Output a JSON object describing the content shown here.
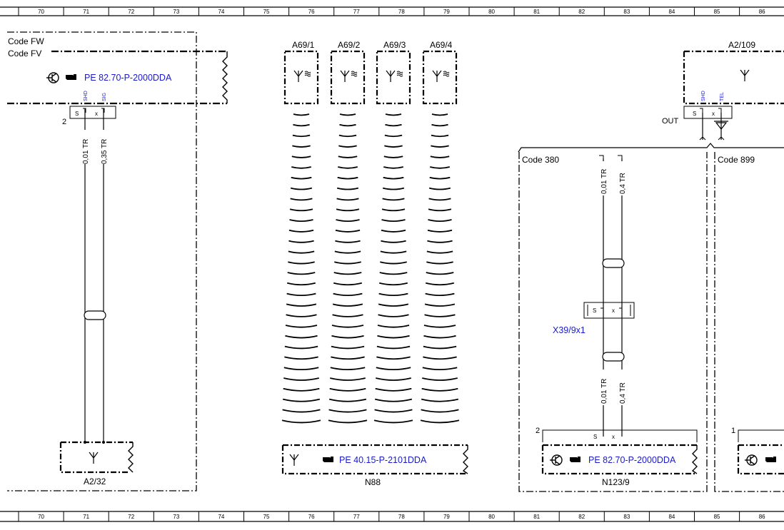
{
  "ruler_numbers": [
    "70",
    "71",
    "72",
    "73",
    "74",
    "75",
    "76",
    "77",
    "78",
    "79",
    "80",
    "81",
    "82",
    "83",
    "84",
    "85",
    "86"
  ],
  "left": {
    "code_fw": "Code FW",
    "code_fv": "Code FV",
    "ref": "PE 82.70-P-2000DDA",
    "pin_num": "2",
    "pin_s": "S",
    "pin_x": "x",
    "shd": "SHD",
    "sig": "SIG",
    "wire1": "0,01 TR",
    "wire2": "0,35 TR",
    "component": "A2/32"
  },
  "middle": {
    "antennas": [
      "A69/1",
      "A69/2",
      "A69/3",
      "A69/4"
    ],
    "ref": "PE 40.15-P-2101DDA",
    "component": "N88"
  },
  "right": {
    "component_top": "A2/109",
    "shd": "SHD",
    "tel": "TEL",
    "out": "OUT",
    "pin_s": "S",
    "pin_x": "x",
    "code_380": "Code 380",
    "code_899": "Code 899",
    "wire1": "0,01 TR",
    "wire2": "0,4 TR",
    "connector": "X39/9x1",
    "conn_s": "S",
    "conn_x": "x",
    "wire3": "0,01 TR",
    "wire4": "0,4 TR",
    "pin2": "2",
    "pin1": "1",
    "ref": "PE 82.70-P-2000DDA",
    "component": "N123/9",
    "pin_s2": "S",
    "pin_x2": "x"
  }
}
